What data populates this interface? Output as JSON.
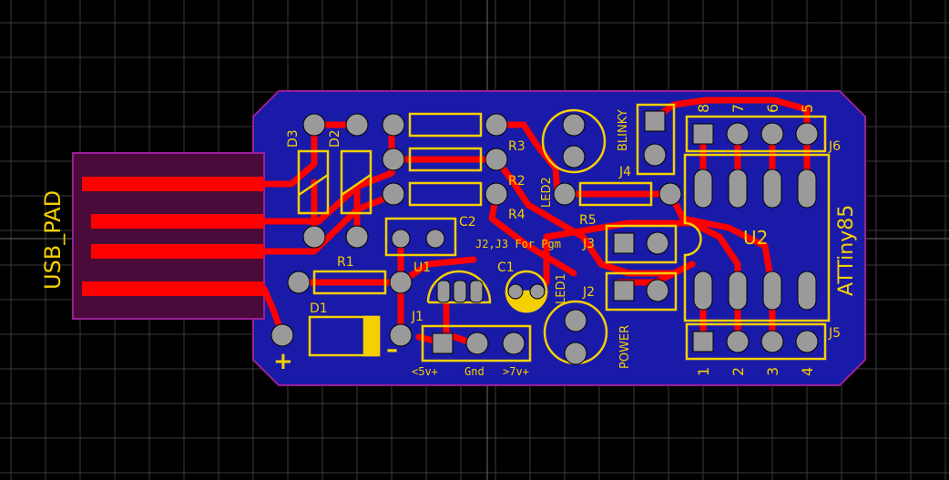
{
  "colors": {
    "background": "#000000",
    "grid": "#3a3a3a",
    "board": "#1a1aa8",
    "outline": "#9a1f9a",
    "copper": "#ff0000",
    "silkscreen": "#f5d000",
    "pad": "#9a9a9a",
    "usb_pad_area": "#4a0a3a"
  },
  "labels": {
    "usb_pad": "USB_PAD",
    "d3": "D3",
    "d2": "D2",
    "r3": "R3",
    "r2": "R2",
    "r4": "R4",
    "r5": "R5",
    "r1": "R1",
    "c2": "C2",
    "c1": "C1",
    "u1": "U1",
    "d1": "D1",
    "j1": "J1",
    "j2": "J2",
    "j3": "J3",
    "j4": "J4",
    "j5": "J5",
    "j6": "J6",
    "u2": "U2",
    "led1": "LED1",
    "led2": "LED2",
    "blinky": "BLINKY",
    "power": "POWER",
    "attiny": "ATTiny85",
    "j2j3_note": "J2,J3 For Pgm",
    "j1_5v": "<5v+",
    "j1_gnd": "Gnd",
    "j1_7v": ">7v+",
    "plus": "+",
    "minus": "–"
  },
  "pin_numbers_bottom": [
    "1",
    "2",
    "3",
    "4"
  ],
  "pin_numbers_top": [
    "8",
    "7",
    "6",
    "5"
  ]
}
